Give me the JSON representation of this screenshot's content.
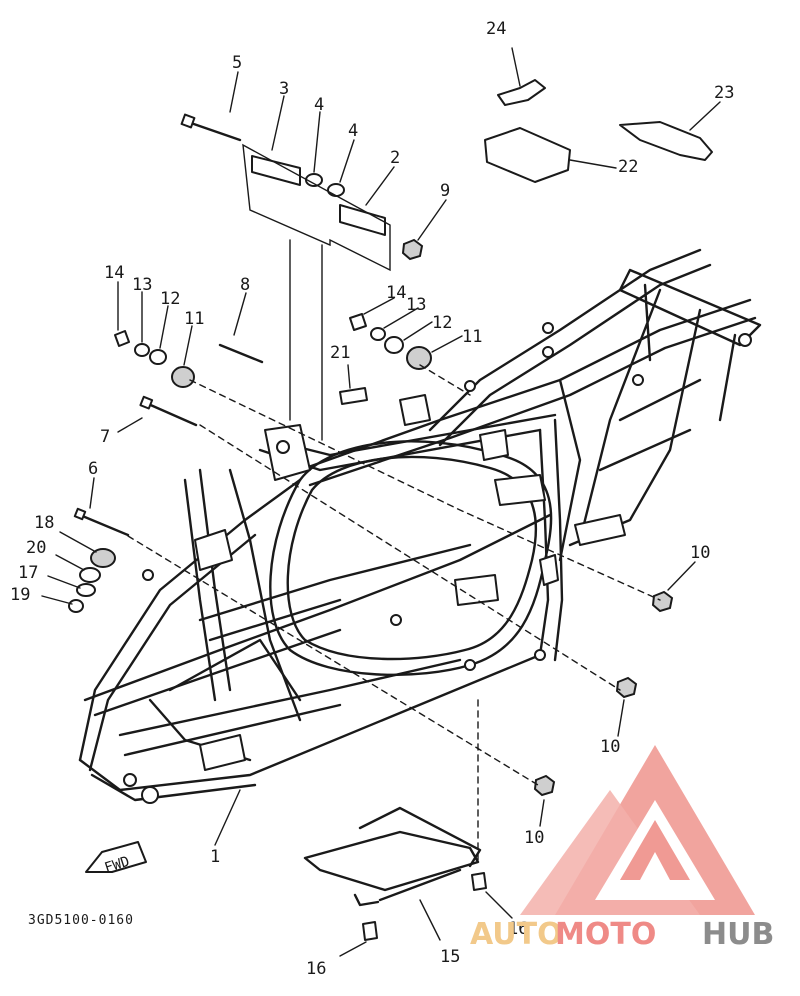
{
  "callouts": {
    "n1": "1",
    "n2": "2",
    "n3": "3",
    "n4a": "4",
    "n4b": "4",
    "n5": "5",
    "n6": "6",
    "n7": "7",
    "n8": "8",
    "n9": "9",
    "n10a": "10",
    "n10b": "10",
    "n10c": "10",
    "n11a": "11",
    "n11b": "11",
    "n12a": "12",
    "n12b": "12",
    "n13a": "13",
    "n13b": "13",
    "n14a": "14",
    "n14b": "14",
    "n15": "15",
    "n16a": "16",
    "n16b": "16",
    "n17": "17",
    "n18": "18",
    "n19": "19",
    "n20": "20",
    "n21": "21",
    "n22": "22",
    "n23": "23",
    "n24": "24"
  },
  "fwd_label": "FWD",
  "part_code": "3GD5100-0160",
  "watermark": {
    "part1": "AUTO",
    "part2": "MOTO",
    "part3": "HUB"
  },
  "colors": {
    "line": "#1a1a1a",
    "logo_red": "#ef8a86",
    "logo_orange": "#f2c98a",
    "logo_gray": "#8c8c8c"
  }
}
